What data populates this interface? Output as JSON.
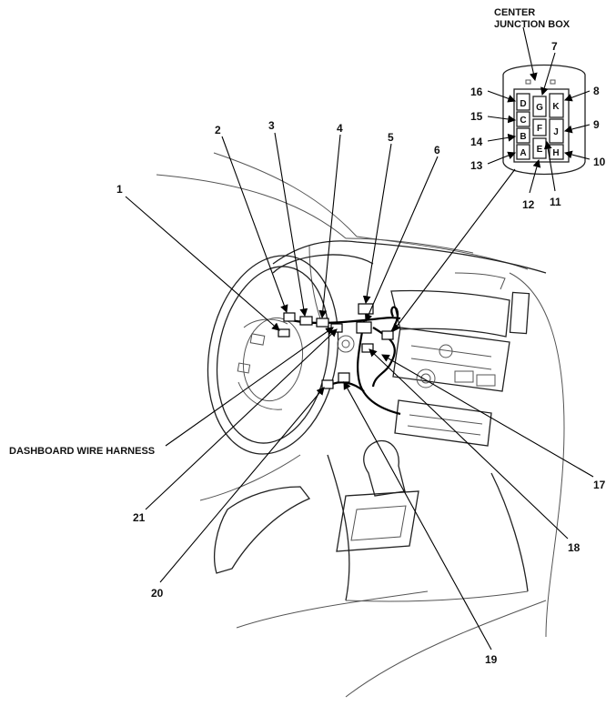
{
  "junction_box": {
    "title_line1": "CENTER",
    "title_line2": "JUNCTION BOX",
    "sockets": [
      "D",
      "C",
      "B",
      "A",
      "G",
      "F",
      "E",
      "K",
      "J",
      "H"
    ]
  },
  "harness_label": "DASHBOARD WIRE HARNESS",
  "callouts": [
    "1",
    "2",
    "3",
    "4",
    "5",
    "6",
    "7",
    "8",
    "9",
    "10",
    "11",
    "12",
    "13",
    "14",
    "15",
    "16",
    "17",
    "18",
    "19",
    "20",
    "21"
  ]
}
